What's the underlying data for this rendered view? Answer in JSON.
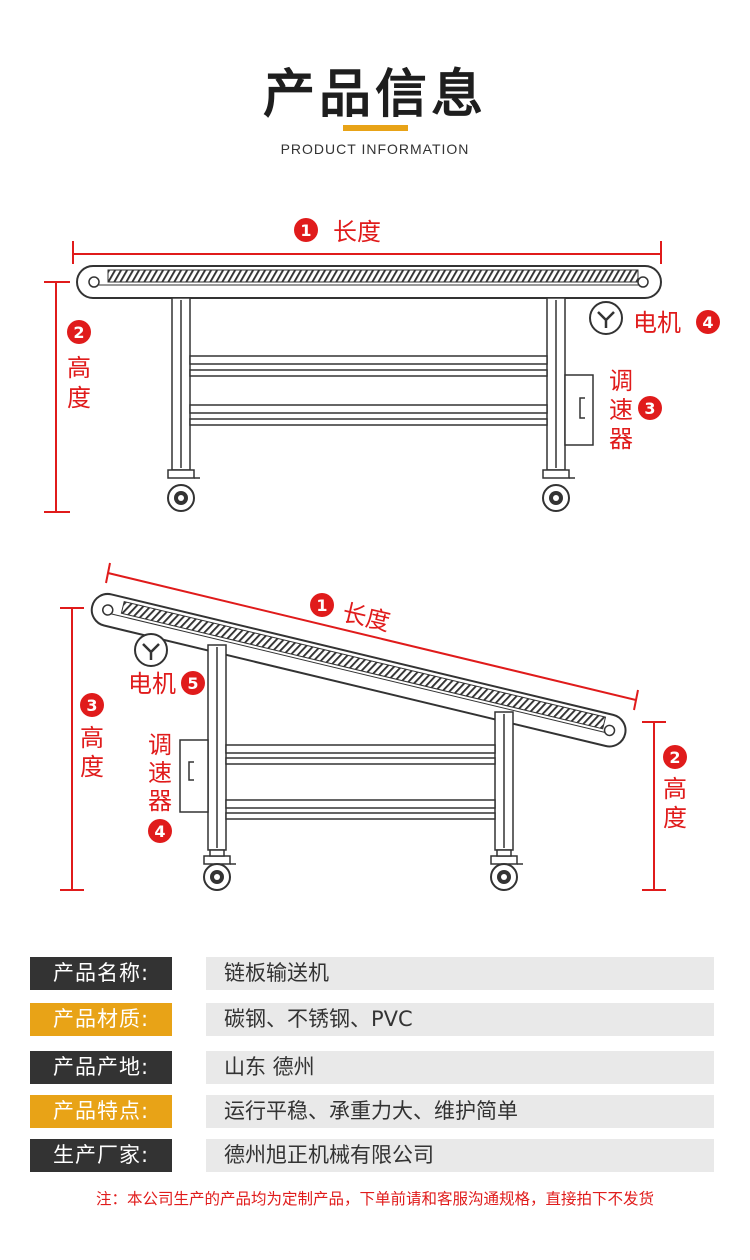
{
  "header": {
    "title": "产品信息",
    "subtitle": "PRODUCT INFORMATION"
  },
  "diagram1": {
    "length": {
      "num": "1",
      "text": "长度"
    },
    "height": {
      "num": "2",
      "char1": "高",
      "char2": "度"
    },
    "speed": {
      "num": "3",
      "char1": "调",
      "char2": "速",
      "char3": "器"
    },
    "motor": {
      "num": "4",
      "text": "电机"
    }
  },
  "diagram2": {
    "length": {
      "num": "1",
      "text": "长度"
    },
    "height_right": {
      "num": "2",
      "char1": "高",
      "char2": "度"
    },
    "height_left": {
      "num": "3",
      "char1": "高",
      "char2": "度"
    },
    "speed": {
      "num": "4",
      "char1": "调",
      "char2": "速",
      "char3": "器"
    },
    "motor": {
      "num": "5",
      "text": "电机"
    }
  },
  "info": [
    {
      "key": "产品名称:",
      "value": "链板输送机",
      "key_color": "#333333"
    },
    {
      "key": "产品材质:",
      "value": "碳钢、不锈钢、PVC",
      "key_color": "#e8a317"
    },
    {
      "key": "产品产地:",
      "value": "山东 德州",
      "key_color": "#333333"
    },
    {
      "key": "产品特点:",
      "value": "运行平稳、承重力大、维护简单",
      "key_color": "#e8a317"
    },
    {
      "key": "生产厂家:",
      "value": "德州旭正机械有限公司",
      "key_color": "#333333"
    }
  ],
  "note": "注：本公司生产的产品均为定制产品，下单前请和客服沟通规格，直接拍下不发货",
  "colors": {
    "accent": "#e8a317",
    "dark": "#333333",
    "red": "#e01b1b"
  }
}
